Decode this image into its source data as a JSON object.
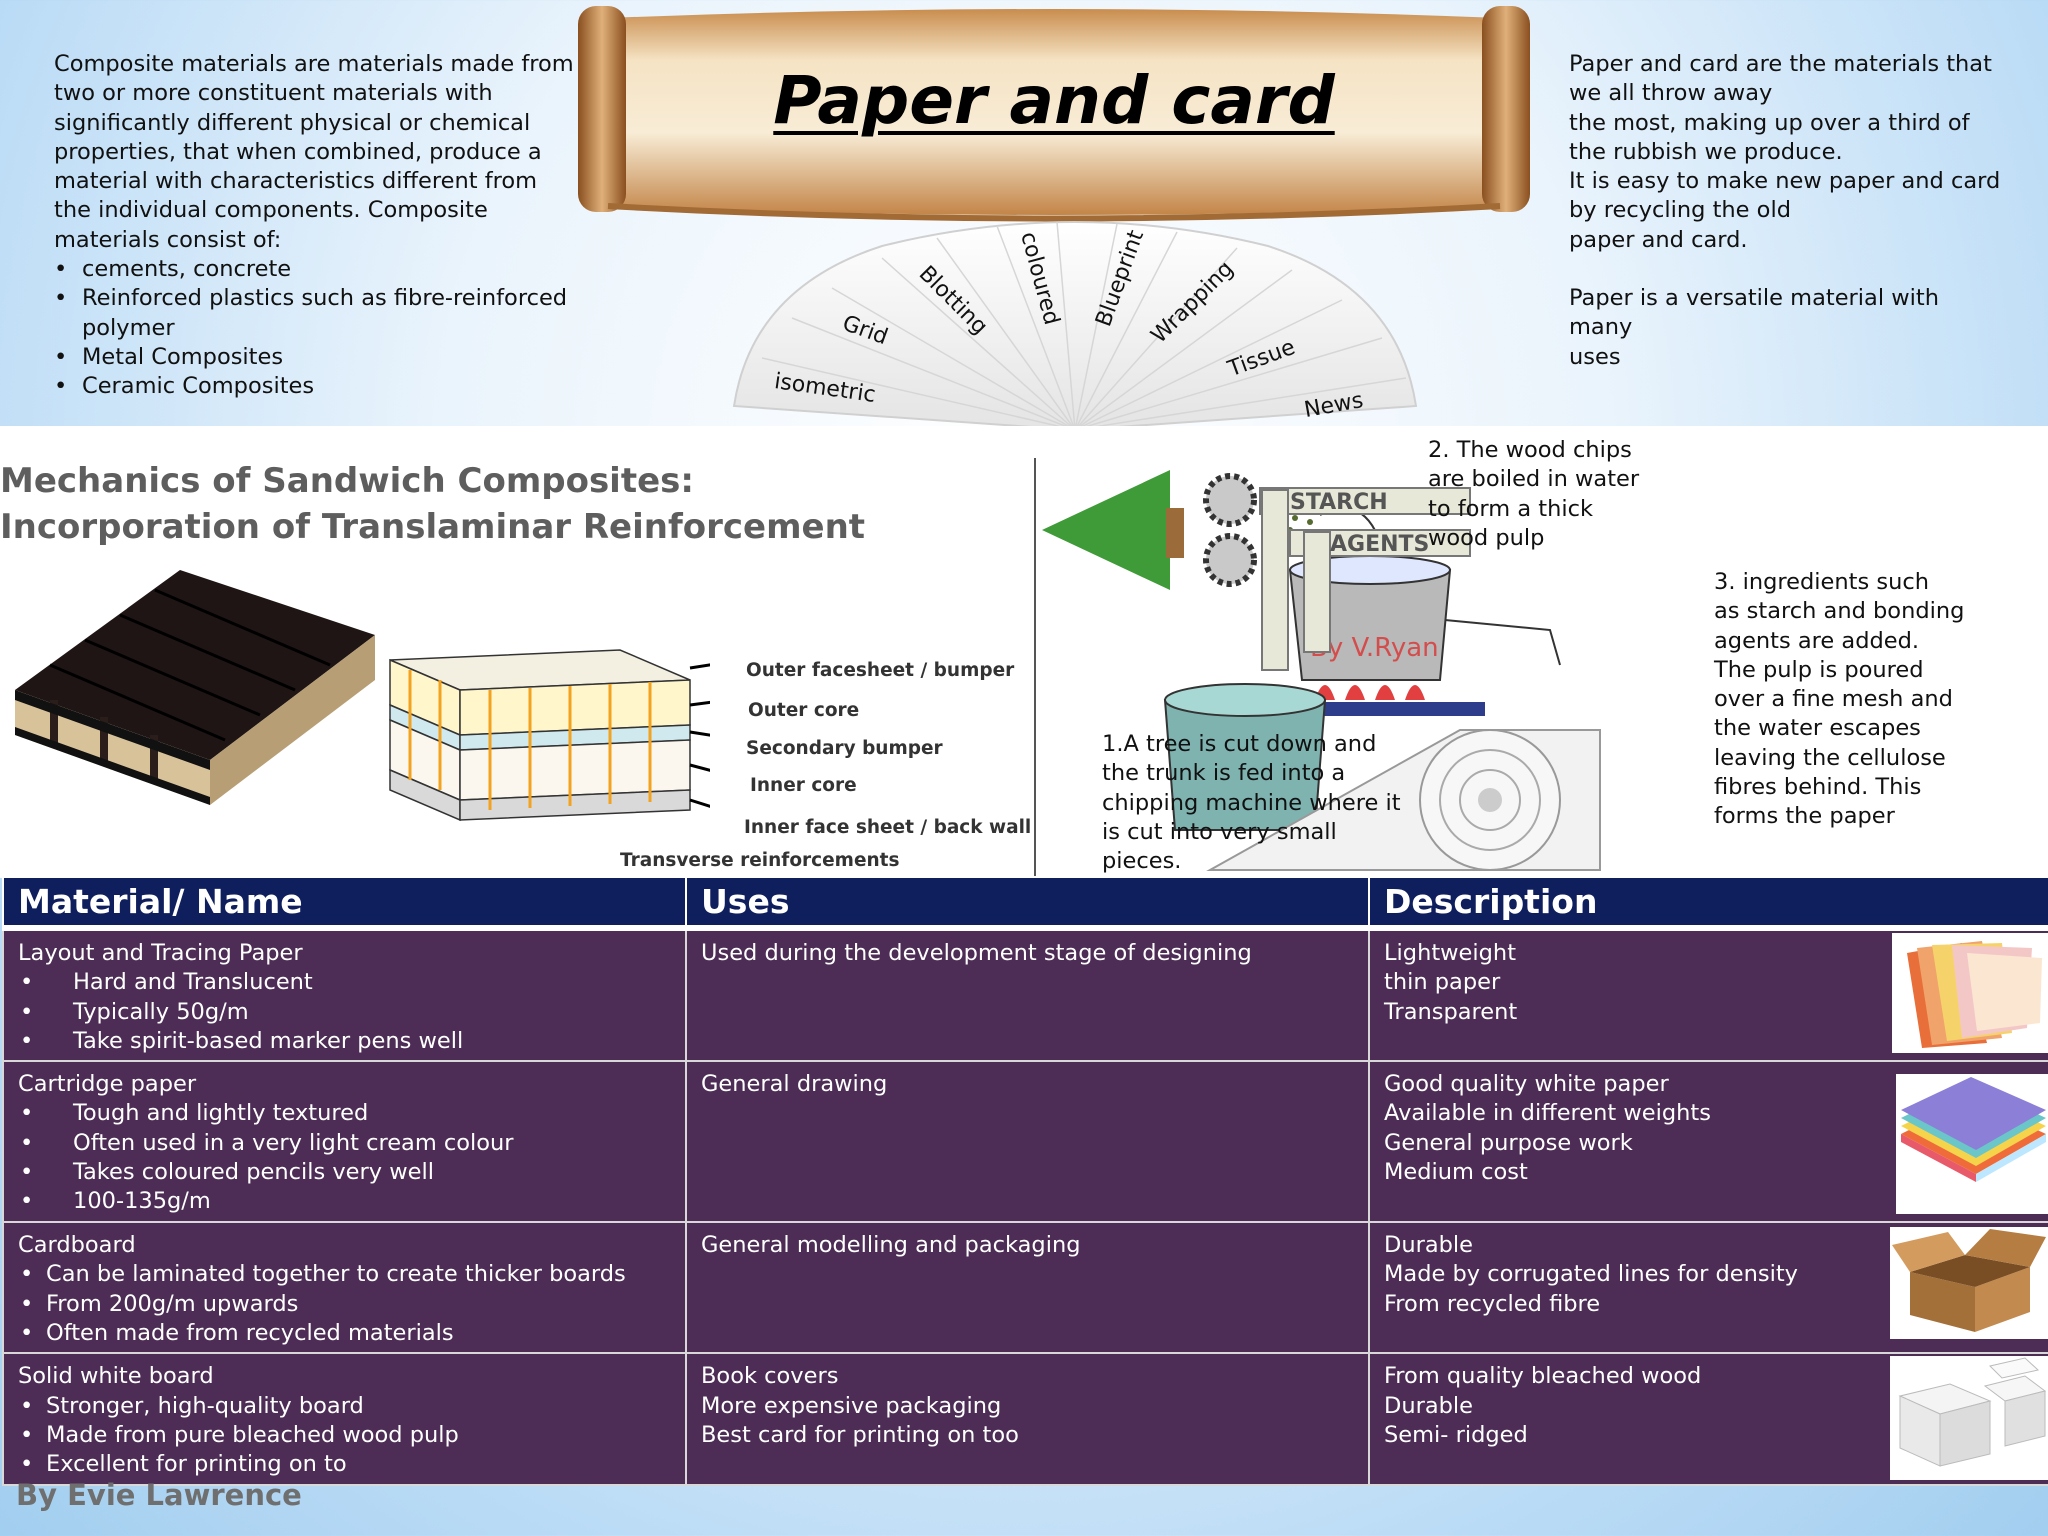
{
  "title": "Paper and card",
  "left_intro": {
    "paragraph": "Composite materials are materials made from two or more constituent materials with significantly different physical or chemical properties, that when combined, produce a material with characteristics different from the individual components. Composite materials consist of:",
    "items": [
      "cements, concrete",
      "Reinforced plastics such as fibre-reinforced polymer",
      "Metal Composites",
      "Ceramic Composites"
    ]
  },
  "right_intro": {
    "paragraph1": "Paper and card are the materials that\nwe all throw away\nthe most, making up over a third of\nthe rubbish we produce.\nIt is easy to make new paper and card\nby recycling the old\npaper and card.",
    "paragraph2": "Paper is a versatile material with many\nuses"
  },
  "fan_labels": [
    "isometric",
    "Grid",
    "Blotting",
    "coloured",
    "Blueprint",
    "Wrapping",
    "Tissue",
    "News"
  ],
  "sandwich": {
    "title": "Mechanics of Sandwich Composites:\nIncorporation of Translaminar Reinforcement",
    "layers": [
      "Outer facesheet / bumper",
      "Outer core",
      "Secondary bumper",
      "Inner core",
      "Inner face sheet / back wall",
      "Transverse reinforcements"
    ]
  },
  "process": {
    "step1": " 1.A tree is cut down and\nthe trunk is fed into a\nchipping machine where it\nis cut into very small\npieces.",
    "step2": "2. The wood chips\nare boiled in water\nto form a thick\nwood pulp",
    "step3": "3.  ingredients such\nas starch and bonding\nagents are added.\nThe pulp is poured\nover a fine mesh and\nthe water escapes\nleaving the cellulose\nfibres behind. This\nforms the paper",
    "pipe_label_1": "STARCH",
    "pipe_label_2": "AGENTS",
    "watermark": "By V.Ryan"
  },
  "table": {
    "headers": [
      "Material/ Name",
      "Uses",
      "Description"
    ],
    "rows": [
      {
        "name": "Layout and Tracing Paper",
        "bullets": [
          "Hard and Translucent",
          "Typically 50g/m",
          "Take spirit-based marker pens well"
        ],
        "uses": [
          "Used during the development stage of designing"
        ],
        "description": [
          "Lightweight",
          "thin paper",
          "Transparent"
        ]
      },
      {
        "name": "Cartridge paper",
        "bullets": [
          "Tough and lightly textured",
          "Often used in a very light cream colour",
          "Takes coloured pencils very well",
          "100-135g/m"
        ],
        "uses": [
          "General drawing"
        ],
        "description": [
          "Good quality white paper",
          "Available in different weights",
          "General purpose work",
          "Medium cost"
        ]
      },
      {
        "name": "Cardboard",
        "bullets": [
          "Can be laminated together to create thicker boards",
          "From 200g/m upwards",
          "Often made from recycled materials"
        ],
        "uses": [
          "General modelling and packaging"
        ],
        "description": [
          "Durable",
          "Made by corrugated lines for density",
          "From recycled fibre"
        ]
      },
      {
        "name": "Solid white board",
        "bullets": [
          "Stronger, high-quality board",
          "Made from pure bleached wood pulp",
          "Excellent for printing on to"
        ],
        "uses": [
          "Book covers",
          "More expensive packaging",
          "Best card for printing on too"
        ],
        "description": [
          "From quality bleached wood",
          "Durable",
          "Semi- ridged"
        ]
      }
    ]
  },
  "author": "By Evie Lawrence",
  "colors": {
    "header_bg": "#0f1e5c",
    "row_bg": "#4d2d55",
    "title_grey": "#5e5e5e"
  }
}
